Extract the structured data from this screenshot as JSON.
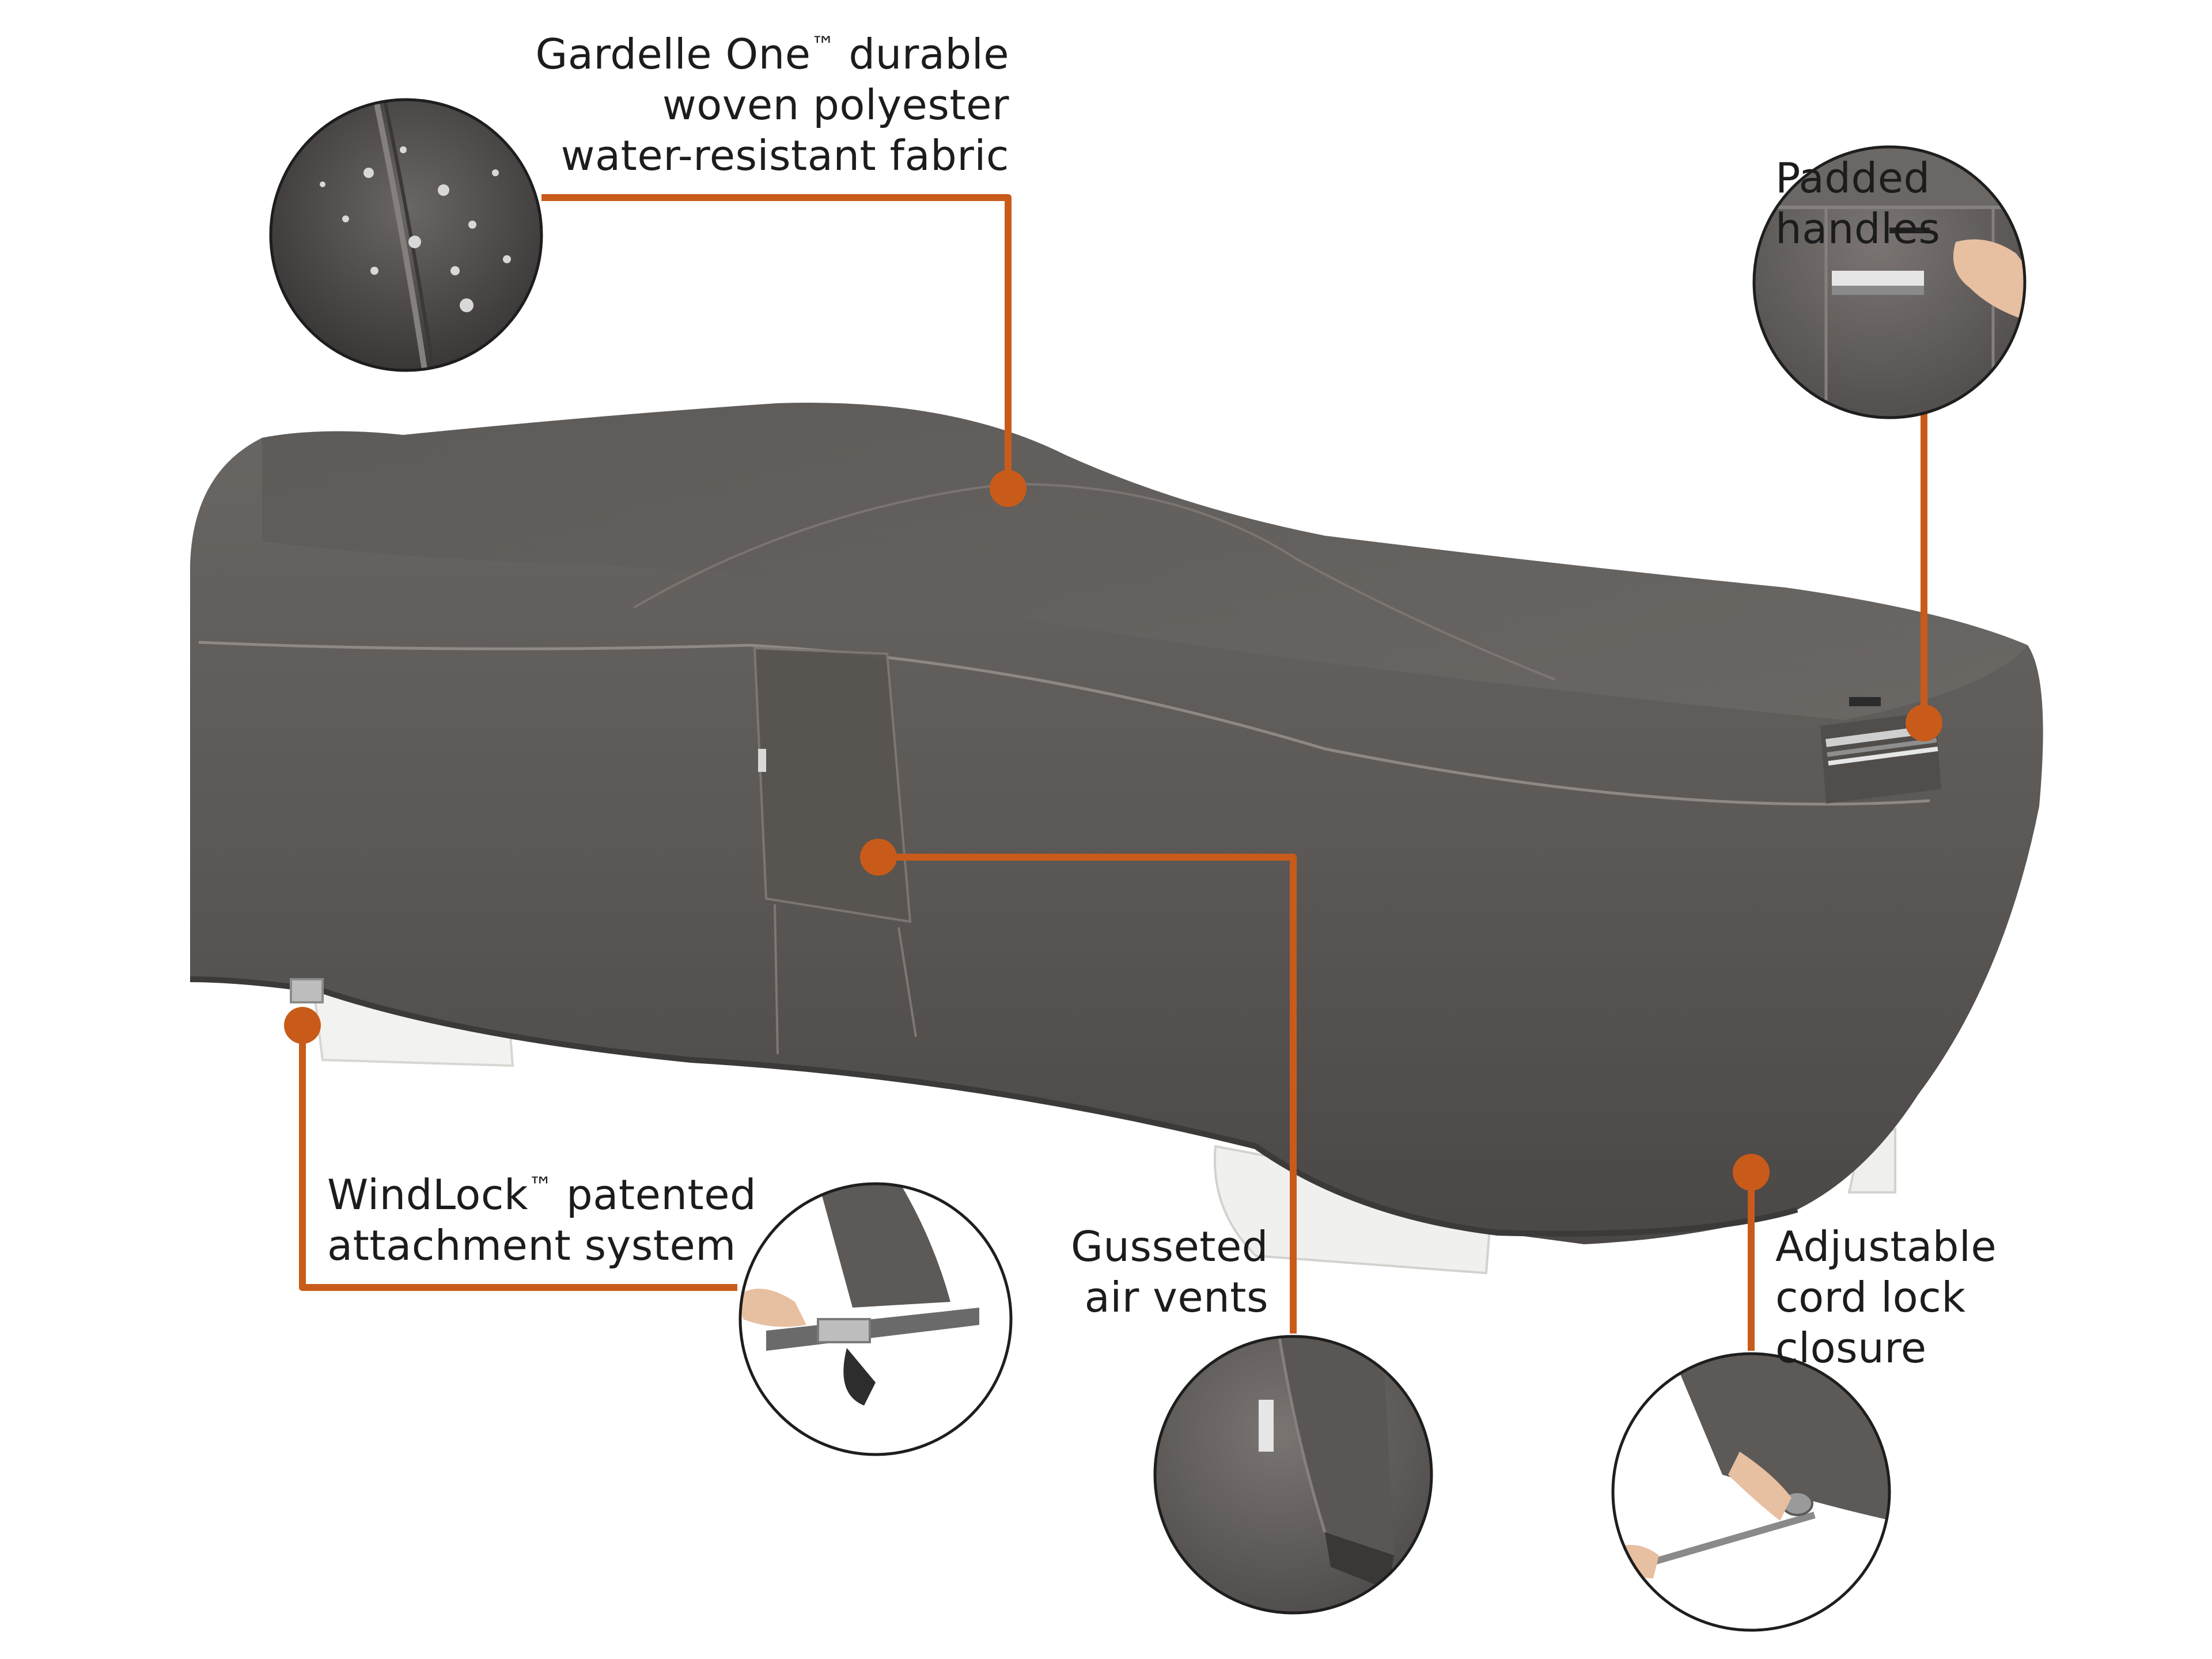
{
  "colors": {
    "accent": "#c95b1a",
    "cover_dark": "#4a4746",
    "cover_mid": "#5f5b59",
    "cover_light": "#76716e",
    "stitch": "#9a9490",
    "frame_white": "#f2f2f0",
    "text": "#1c1c1c"
  },
  "callouts": {
    "fabric": {
      "line1": "Gardelle One",
      "tm": "™",
      "line1b": " durable",
      "line2": "woven polyester",
      "line3": "water-resistant fabric",
      "icon": "water-droplets-fabric-icon"
    },
    "handles": {
      "line1": "Padded",
      "line2": "handles",
      "icon": "padded-handle-icon"
    },
    "windlock": {
      "line1a": "WindLock",
      "tm": "™",
      "line1b": " patented",
      "line2": "attachment system",
      "icon": "buckle-strap-icon"
    },
    "vents": {
      "line1": "Gusseted",
      "line2": "air vents",
      "icon": "air-vent-icon"
    },
    "cordlock": {
      "line1": "Adjustable",
      "line2": "cord lock",
      "line3": "closure",
      "icon": "cord-lock-icon"
    }
  }
}
